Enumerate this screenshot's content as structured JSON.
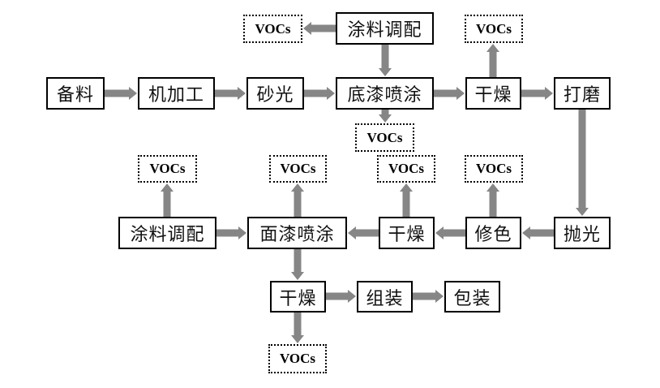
{
  "diagram": {
    "type": "process-flow",
    "colors": {
      "arrow": "#868686",
      "box_border": "#000000",
      "text": "#111111"
    },
    "nodes": {
      "prep": "备料",
      "machining": "机加工",
      "sanding": "砂光",
      "primer_spray": "底漆喷涂",
      "dry1": "干燥",
      "grind": "打磨",
      "primer_mix": "涂料调配",
      "polish": "抛光",
      "retouch": "修色",
      "dry2": "干燥",
      "topcoat_spray": "面漆喷涂",
      "topcoat_mix": "涂料调配",
      "dry3": "干燥",
      "assemble": "组装",
      "package": "包装"
    },
    "emissions": {
      "primer_mix_vocs": "VOCs",
      "primer_spray_vocs": "VOCs",
      "dry1_vocs": "VOCs",
      "retouch_vocs": "VOCs",
      "dry2_vocs": "VOCs",
      "topcoat_spray_vocs": "VOCs",
      "topcoat_mix_vocs": "VOCs",
      "dry3_vocs": "VOCs"
    },
    "edges": [
      [
        "prep",
        "machining"
      ],
      [
        "machining",
        "sanding"
      ],
      [
        "sanding",
        "primer_spray"
      ],
      [
        "primer_mix",
        "primer_spray"
      ],
      [
        "primer_mix",
        "primer_mix_vocs"
      ],
      [
        "primer_spray",
        "dry1"
      ],
      [
        "primer_spray",
        "primer_spray_vocs"
      ],
      [
        "dry1",
        "grind"
      ],
      [
        "dry1",
        "dry1_vocs"
      ],
      [
        "grind",
        "polish"
      ],
      [
        "polish",
        "retouch"
      ],
      [
        "retouch",
        "dry2"
      ],
      [
        "retouch",
        "retouch_vocs"
      ],
      [
        "dry2",
        "topcoat_spray"
      ],
      [
        "dry2",
        "dry2_vocs"
      ],
      [
        "topcoat_mix",
        "topcoat_spray"
      ],
      [
        "topcoat_mix",
        "topcoat_mix_vocs"
      ],
      [
        "topcoat_spray",
        "topcoat_spray_vocs"
      ],
      [
        "topcoat_spray",
        "dry3"
      ],
      [
        "dry3",
        "assemble"
      ],
      [
        "dry3",
        "dry3_vocs"
      ],
      [
        "assemble",
        "package"
      ]
    ]
  }
}
